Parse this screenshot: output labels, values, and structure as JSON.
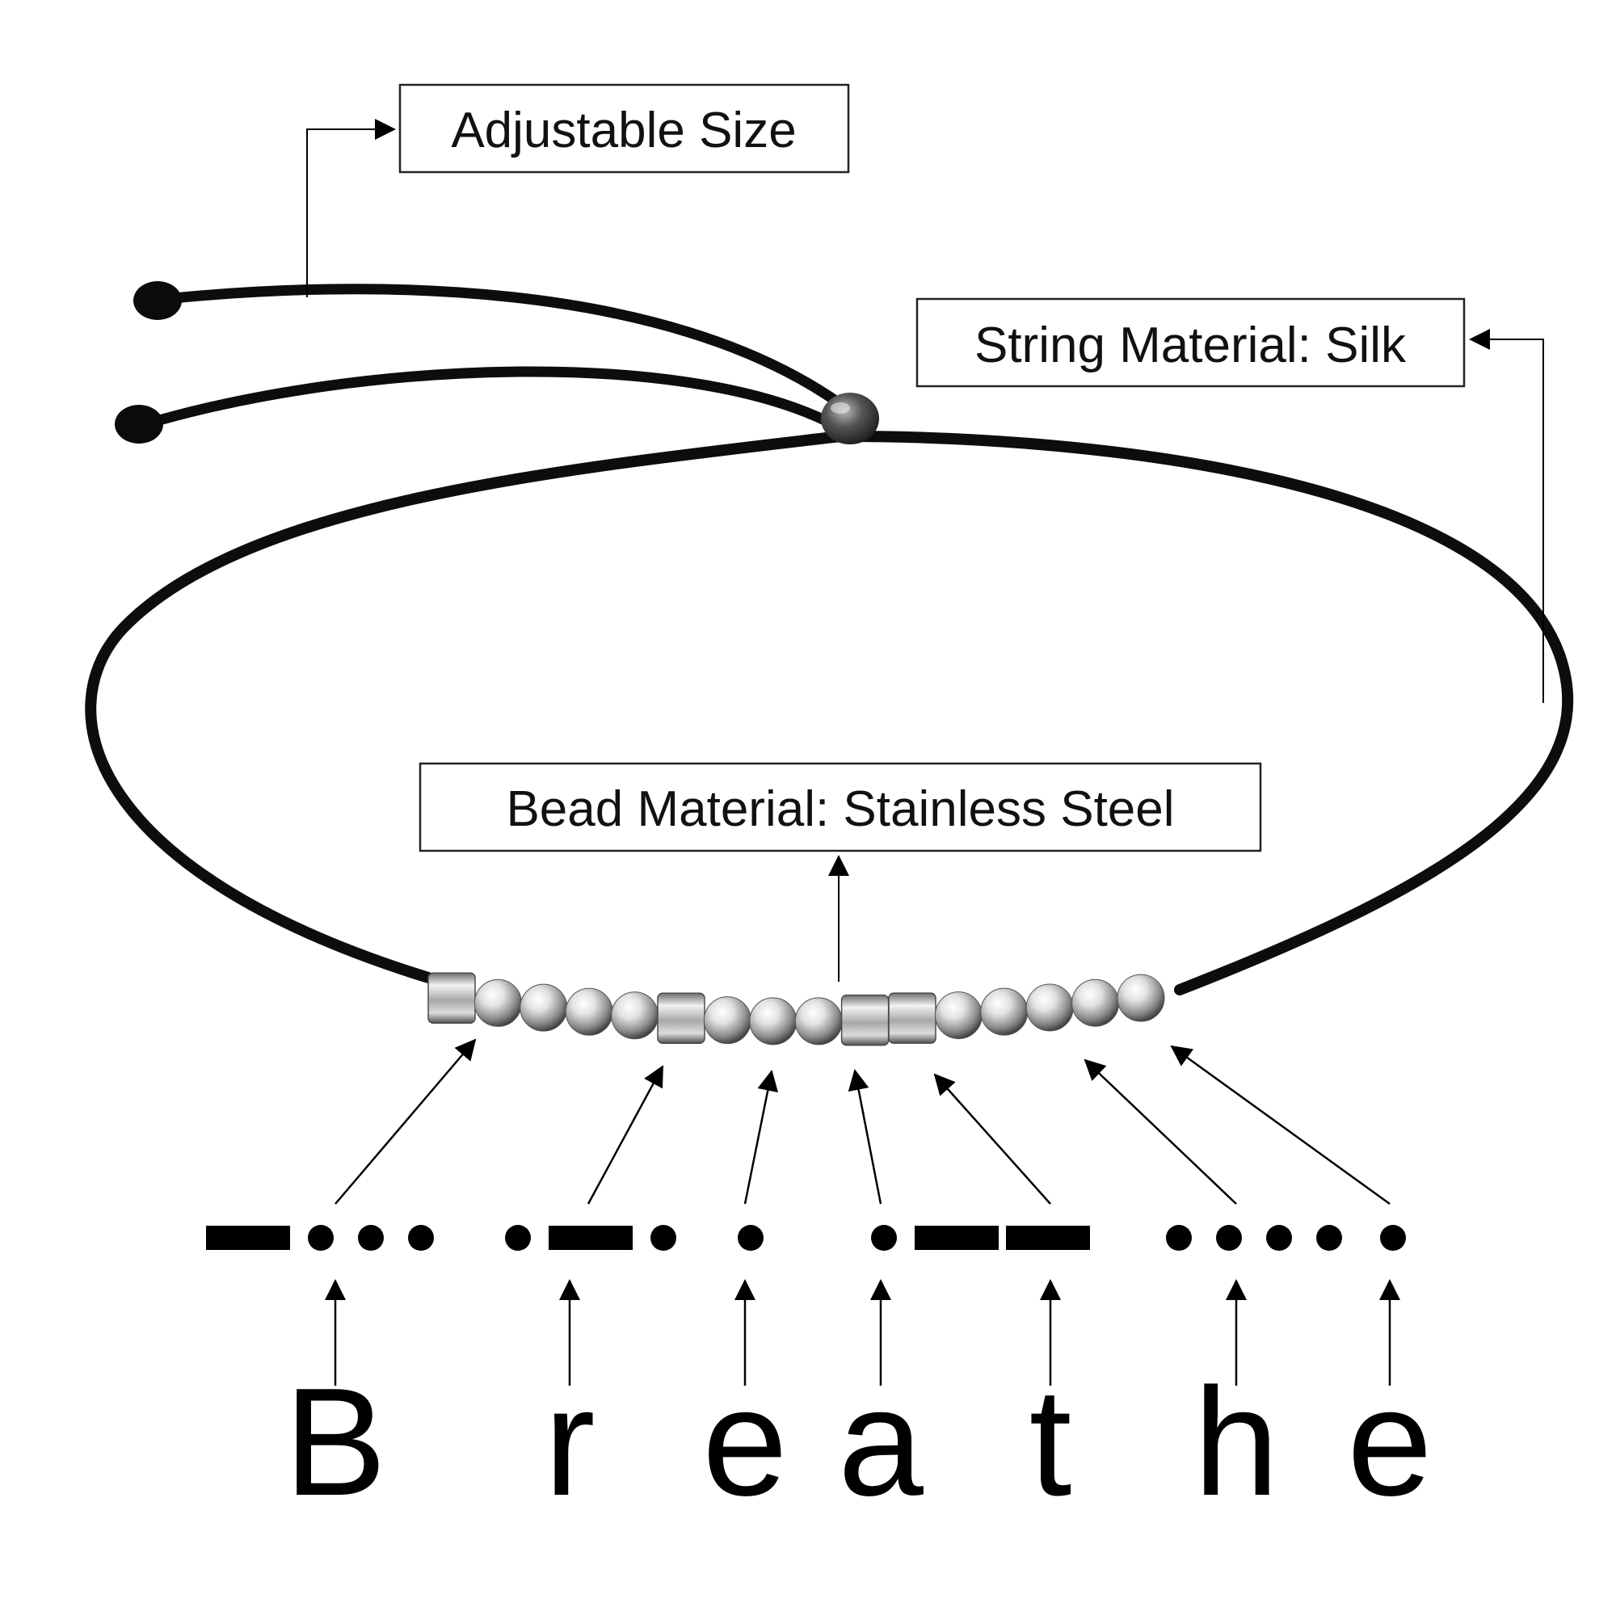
{
  "callouts": {
    "adjustable_size": "Adjustable Size",
    "string_material": "String Material: Silk",
    "bead_material": "Bead Material: Stainless Steel"
  },
  "word_letters": [
    "B",
    "r",
    "e",
    "a",
    "t",
    "h",
    "e"
  ],
  "morse": [
    {
      "letter": "B",
      "code": "-..."
    },
    {
      "letter": "r",
      "code": ".-."
    },
    {
      "letter": "e",
      "code": "."
    },
    {
      "letter": "a",
      "code": ".-"
    },
    {
      "letter": "t",
      "code": "-"
    },
    {
      "letter": "h",
      "code": "...."
    },
    {
      "letter": "e",
      "code": "."
    }
  ],
  "colors": {
    "cord": "#0d0d0d",
    "bead_light": "#f4f4f4",
    "bead_mid": "#b9b9b9",
    "bead_dark": "#5a5a5a",
    "ink": "#000000",
    "box_border": "#222222"
  }
}
